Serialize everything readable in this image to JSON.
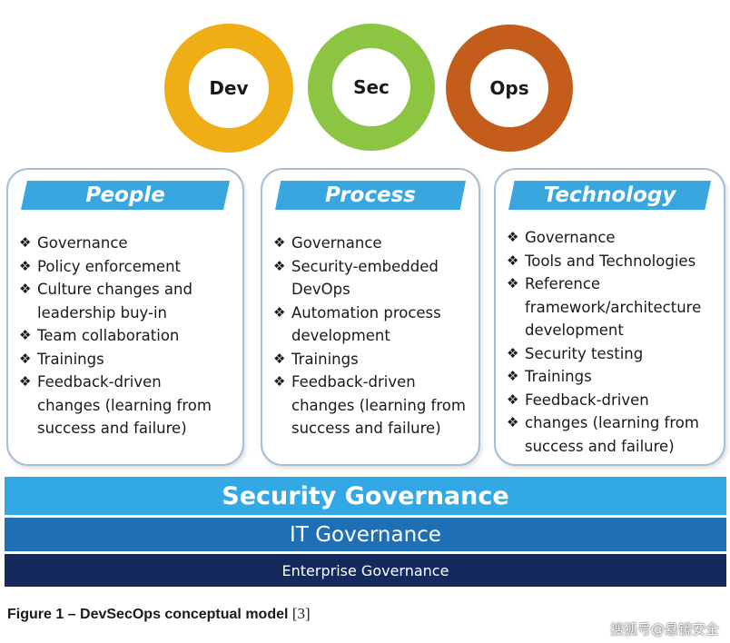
{
  "circles": [
    {
      "label": "Dev",
      "color": "#f0ae16"
    },
    {
      "label": "Sec",
      "color": "#8bc541"
    },
    {
      "label": "Ops",
      "color": "#c45d1c"
    }
  ],
  "bullet_symbol": "❖",
  "cards": {
    "people": {
      "title": "People",
      "items": [
        [
          "Governance"
        ],
        [
          "Policy enforcement"
        ],
        [
          "Culture changes and",
          "leadership buy-in"
        ],
        [
          "Team collaboration"
        ],
        [
          "Trainings"
        ],
        [
          "Feedback-driven",
          "changes (learning from",
          "success and failure)"
        ]
      ]
    },
    "process": {
      "title": "Process",
      "items": [
        [
          "Governance"
        ],
        [
          "Security-embedded",
          "DevOps"
        ],
        [
          "Automation process",
          "development"
        ],
        [
          "Trainings"
        ],
        [
          "Feedback-driven",
          "changes (learning from",
          "success and failure)"
        ]
      ]
    },
    "technology": {
      "title": "Technology",
      "items": [
        [
          "Governance"
        ],
        [
          "Tools and Technologies"
        ],
        [
          "Reference",
          "framework/architecture",
          "development"
        ],
        [
          "Security testing"
        ],
        [
          "Trainings"
        ],
        [
          "Feedback-driven"
        ],
        [
          "changes (learning from",
          "success and failure)"
        ]
      ]
    }
  },
  "bars": {
    "security": "Security Governance",
    "it": "IT Governance",
    "enterprise": "Enterprise Governance"
  },
  "caption": {
    "figure": "Figure 1 – DevSecOps conceptual model",
    "reference": "[3]"
  },
  "watermark": "搜狐号@悬镜安全"
}
